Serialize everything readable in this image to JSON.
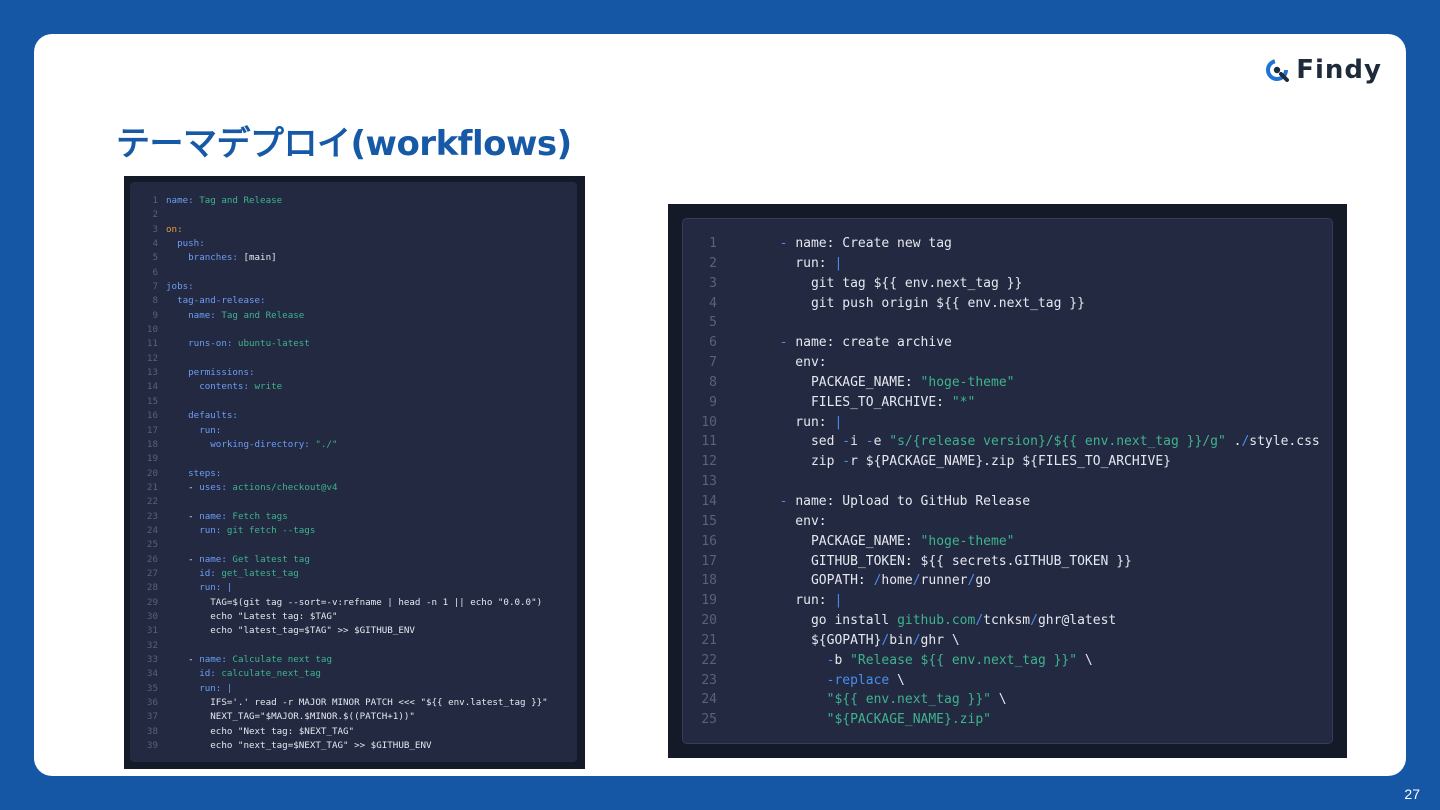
{
  "slide": {
    "title": "テーマデプロイ(workflows)",
    "logo_text": "Findy",
    "page_number": "27"
  },
  "left_code": [
    {
      "n": "1",
      "parts": [
        [
          "k",
          "name: "
        ],
        [
          "v",
          "Tag and Release"
        ]
      ]
    },
    {
      "n": "2",
      "parts": []
    },
    {
      "n": "3",
      "parts": [
        [
          "o",
          "on:"
        ]
      ]
    },
    {
      "n": "4",
      "parts": [
        [
          "k",
          "  push:"
        ]
      ]
    },
    {
      "n": "5",
      "parts": [
        [
          "k",
          "    branches: "
        ],
        [
          "w",
          "[main]"
        ]
      ]
    },
    {
      "n": "6",
      "parts": []
    },
    {
      "n": "7",
      "parts": [
        [
          "k",
          "jobs:"
        ]
      ]
    },
    {
      "n": "8",
      "parts": [
        [
          "k",
          "  tag-and-release:"
        ]
      ]
    },
    {
      "n": "9",
      "parts": [
        [
          "k",
          "    name: "
        ],
        [
          "v",
          "Tag and Release"
        ]
      ]
    },
    {
      "n": "10",
      "parts": []
    },
    {
      "n": "11",
      "parts": [
        [
          "k",
          "    runs-on: "
        ],
        [
          "v",
          "ubuntu-latest"
        ]
      ]
    },
    {
      "n": "12",
      "parts": []
    },
    {
      "n": "13",
      "parts": [
        [
          "k",
          "    permissions:"
        ]
      ]
    },
    {
      "n": "14",
      "parts": [
        [
          "k",
          "      contents: "
        ],
        [
          "v",
          "write"
        ]
      ]
    },
    {
      "n": "15",
      "parts": []
    },
    {
      "n": "16",
      "parts": [
        [
          "k",
          "    defaults:"
        ]
      ]
    },
    {
      "n": "17",
      "parts": [
        [
          "k",
          "      run:"
        ]
      ]
    },
    {
      "n": "18",
      "parts": [
        [
          "k",
          "        working-directory: "
        ],
        [
          "v",
          "\"./\""
        ]
      ]
    },
    {
      "n": "19",
      "parts": []
    },
    {
      "n": "20",
      "parts": [
        [
          "k",
          "    steps:"
        ]
      ]
    },
    {
      "n": "21",
      "parts": [
        [
          "w",
          "    - "
        ],
        [
          "k",
          "uses: "
        ],
        [
          "v",
          "actions/checkout@v4"
        ]
      ]
    },
    {
      "n": "22",
      "parts": []
    },
    {
      "n": "23",
      "parts": [
        [
          "w",
          "    - "
        ],
        [
          "k",
          "name: "
        ],
        [
          "v",
          "Fetch tags"
        ]
      ]
    },
    {
      "n": "24",
      "parts": [
        [
          "k",
          "      run: "
        ],
        [
          "v",
          "git fetch --tags"
        ]
      ]
    },
    {
      "n": "25",
      "parts": []
    },
    {
      "n": "26",
      "parts": [
        [
          "w",
          "    - "
        ],
        [
          "k",
          "name: "
        ],
        [
          "v",
          "Get latest tag"
        ]
      ]
    },
    {
      "n": "27",
      "parts": [
        [
          "k",
          "      id: "
        ],
        [
          "v",
          "get_latest_tag"
        ]
      ]
    },
    {
      "n": "28",
      "parts": [
        [
          "k",
          "      run: "
        ],
        [
          "k",
          "|"
        ]
      ]
    },
    {
      "n": "29",
      "parts": [
        [
          "w",
          "        TAG=$(git tag --sort=-v:refname | head -n 1 || echo \"0.0.0\")"
        ]
      ]
    },
    {
      "n": "30",
      "parts": [
        [
          "w",
          "        echo \"Latest tag: $TAG\""
        ]
      ]
    },
    {
      "n": "31",
      "parts": [
        [
          "w",
          "        echo \"latest_tag=$TAG\" >> $GITHUB_ENV"
        ]
      ]
    },
    {
      "n": "32",
      "parts": []
    },
    {
      "n": "33",
      "parts": [
        [
          "w",
          "    - "
        ],
        [
          "k",
          "name: "
        ],
        [
          "v",
          "Calculate next tag"
        ]
      ]
    },
    {
      "n": "34",
      "parts": [
        [
          "k",
          "      id: "
        ],
        [
          "v",
          "calculate_next_tag"
        ]
      ]
    },
    {
      "n": "35",
      "parts": [
        [
          "k",
          "      run: "
        ],
        [
          "k",
          "|"
        ]
      ]
    },
    {
      "n": "36",
      "parts": [
        [
          "w",
          "        IFS='.' read -r MAJOR MINOR PATCH <<< \"${{ env.latest_tag }}\""
        ]
      ]
    },
    {
      "n": "37",
      "parts": [
        [
          "w",
          "        NEXT_TAG=\"$MAJOR.$MINOR.$((PATCH+1))\""
        ]
      ]
    },
    {
      "n": "38",
      "parts": [
        [
          "w",
          "        echo \"Next tag: $NEXT_TAG\""
        ]
      ]
    },
    {
      "n": "39",
      "parts": [
        [
          "w",
          "        echo \"next_tag=$NEXT_TAG\" >> $GITHUB_ENV"
        ]
      ]
    }
  ],
  "right_code": [
    {
      "n": "1",
      "parts": [
        [
          "d",
          "  - "
        ],
        [
          "w",
          "name: Create new tag"
        ]
      ]
    },
    {
      "n": "2",
      "parts": [
        [
          "w",
          "    run: "
        ],
        [
          "d",
          "|"
        ]
      ]
    },
    {
      "n": "3",
      "parts": [
        [
          "w",
          "      git tag ${{ env.next_tag }}"
        ]
      ]
    },
    {
      "n": "4",
      "parts": [
        [
          "w",
          "      git push origin ${{ env.next_tag }}"
        ]
      ]
    },
    {
      "n": "5",
      "parts": []
    },
    {
      "n": "6",
      "parts": [
        [
          "d",
          "  - "
        ],
        [
          "w",
          "name: create archive"
        ]
      ]
    },
    {
      "n": "7",
      "parts": [
        [
          "w",
          "    env:"
        ]
      ]
    },
    {
      "n": "8",
      "parts": [
        [
          "w",
          "      PACKAGE_NAME: "
        ],
        [
          "s",
          "\"hoge-theme\""
        ]
      ]
    },
    {
      "n": "9",
      "parts": [
        [
          "w",
          "      FILES_TO_ARCHIVE: "
        ],
        [
          "s",
          "\"*\""
        ]
      ]
    },
    {
      "n": "10",
      "parts": [
        [
          "w",
          "    run: "
        ],
        [
          "d",
          "|"
        ]
      ]
    },
    {
      "n": "11",
      "parts": [
        [
          "w",
          "      sed "
        ],
        [
          "d",
          "-"
        ],
        [
          "w",
          "i "
        ],
        [
          "d",
          "-"
        ],
        [
          "w",
          "e "
        ],
        [
          "s",
          "\"s/{release version}/${{ env.next_tag }}/g\""
        ],
        [
          "w",
          " ."
        ],
        [
          "d",
          "/"
        ],
        [
          "w",
          "style.css"
        ]
      ]
    },
    {
      "n": "12",
      "parts": [
        [
          "w",
          "      zip "
        ],
        [
          "d",
          "-"
        ],
        [
          "w",
          "r ${PACKAGE_NAME}.zip ${FILES_TO_ARCHIVE}"
        ]
      ]
    },
    {
      "n": "13",
      "parts": []
    },
    {
      "n": "14",
      "parts": [
        [
          "d",
          "  - "
        ],
        [
          "w",
          "name: Upload to GitHub Release"
        ]
      ]
    },
    {
      "n": "15",
      "parts": [
        [
          "w",
          "    env:"
        ]
      ]
    },
    {
      "n": "16",
      "parts": [
        [
          "w",
          "      PACKAGE_NAME: "
        ],
        [
          "s",
          "\"hoge-theme\""
        ]
      ]
    },
    {
      "n": "17",
      "parts": [
        [
          "w",
          "      GITHUB_TOKEN: ${{ secrets.GITHUB_TOKEN }}"
        ]
      ]
    },
    {
      "n": "18",
      "parts": [
        [
          "w",
          "      GOPATH: "
        ],
        [
          "d",
          "/"
        ],
        [
          "w",
          "home"
        ],
        [
          "d",
          "/"
        ],
        [
          "w",
          "runner"
        ],
        [
          "d",
          "/"
        ],
        [
          "w",
          "go"
        ]
      ]
    },
    {
      "n": "19",
      "parts": [
        [
          "w",
          "    run: "
        ],
        [
          "d",
          "|"
        ]
      ]
    },
    {
      "n": "20",
      "parts": [
        [
          "w",
          "      go install "
        ],
        [
          "s",
          "github.com"
        ],
        [
          "d",
          "/"
        ],
        [
          "w",
          "tcnksm"
        ],
        [
          "d",
          "/"
        ],
        [
          "w",
          "ghr@latest"
        ]
      ]
    },
    {
      "n": "21",
      "parts": [
        [
          "w",
          "      ${GOPATH}"
        ],
        [
          "d",
          "/"
        ],
        [
          "w",
          "bin"
        ],
        [
          "d",
          "/"
        ],
        [
          "w",
          "ghr \\"
        ]
      ]
    },
    {
      "n": "22",
      "parts": [
        [
          "d",
          "        -"
        ],
        [
          "w",
          "b "
        ],
        [
          "s",
          "\"Release ${{ env.next_tag }}\""
        ],
        [
          "w",
          " \\"
        ]
      ]
    },
    {
      "n": "23",
      "parts": [
        [
          "d",
          "        -replace"
        ],
        [
          "w",
          " \\"
        ]
      ]
    },
    {
      "n": "24",
      "parts": [
        [
          "s",
          "        \"${{ env.next_tag }}\""
        ],
        [
          "w",
          " \\"
        ]
      ]
    },
    {
      "n": "25",
      "parts": [
        [
          "s",
          "        \"${PACKAGE_NAME}.zip\""
        ]
      ]
    }
  ],
  "colors": {
    "background": "#1557a4",
    "title": "#1659a6",
    "code_bg": "#222940"
  }
}
